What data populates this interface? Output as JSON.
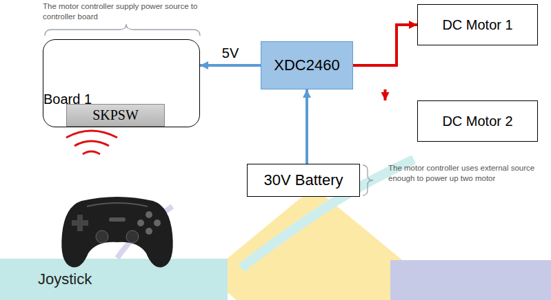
{
  "diagram": {
    "nodes": [
      {
        "text": [
          "Board 1"
        ]
      },
      {
        "text": [
          "SKPSW"
        ],
        "in": 0
      },
      {
        "text": [
          "XDC2460"
        ]
      },
      {
        "text": [
          "DC Motor 1"
        ]
      },
      {
        "text": [
          "DC Motor 2"
        ]
      },
      {
        "text": [
          "30V Battery"
        ]
      }
    ],
    "edges": [
      {
        "from": 2,
        "to": 0,
        "arrow": "to",
        "label": "5V"
      },
      {
        "from": 2,
        "to": 3,
        "arrow": "to"
      },
      {
        "from": 2,
        "to": 4,
        "arrow": "to"
      },
      {
        "from": 5,
        "to": 2,
        "arrow": "to"
      }
    ],
    "labels": [
      "The motor controller supply power source to controller board",
      "The motor controller uses external source enough to power up two motor",
      "Joystick"
    ]
  }
}
